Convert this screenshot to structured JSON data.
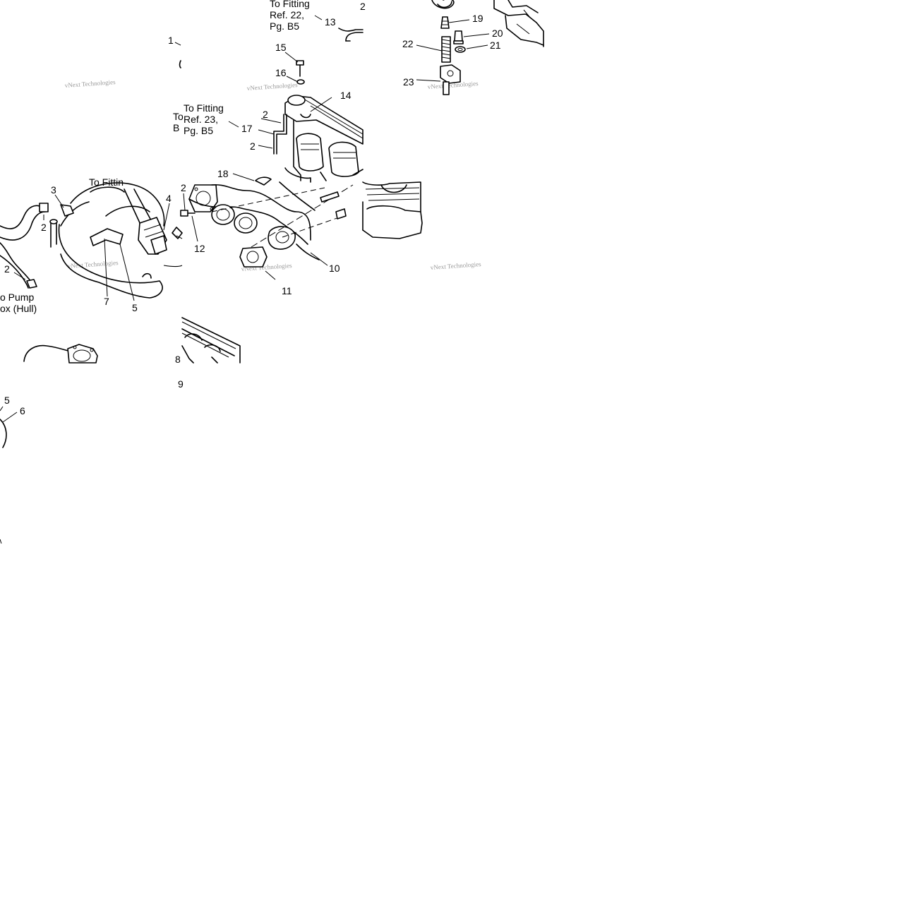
{
  "callouts": {
    "c1": "1",
    "c2": "2",
    "c3": "3",
    "c4": "4",
    "c5": "5",
    "c6": "6",
    "c7": "7",
    "c8": "8",
    "c9": "9",
    "c10": "10",
    "c11": "11",
    "c12": "12",
    "c13": "13",
    "c14": "14",
    "c15": "15",
    "c16": "16",
    "c17": "17",
    "c18": "18",
    "c19": "19",
    "c20": "20",
    "c21": "21",
    "c22": "22",
    "c23": "23"
  },
  "notes": {
    "fitting22": [
      "To Fitting",
      "Ref. 22,",
      "Pg. B5"
    ],
    "fitting23": [
      "To Fitting",
      "Ref. 23,",
      "Pg. B5"
    ],
    "pump": [
      "o Pump",
      "ox (Hull)"
    ],
    "partial_to": [
      "To",
      "B"
    ],
    "partial_fitting": "To Fittin"
  },
  "watermark": "vNext Technologies"
}
